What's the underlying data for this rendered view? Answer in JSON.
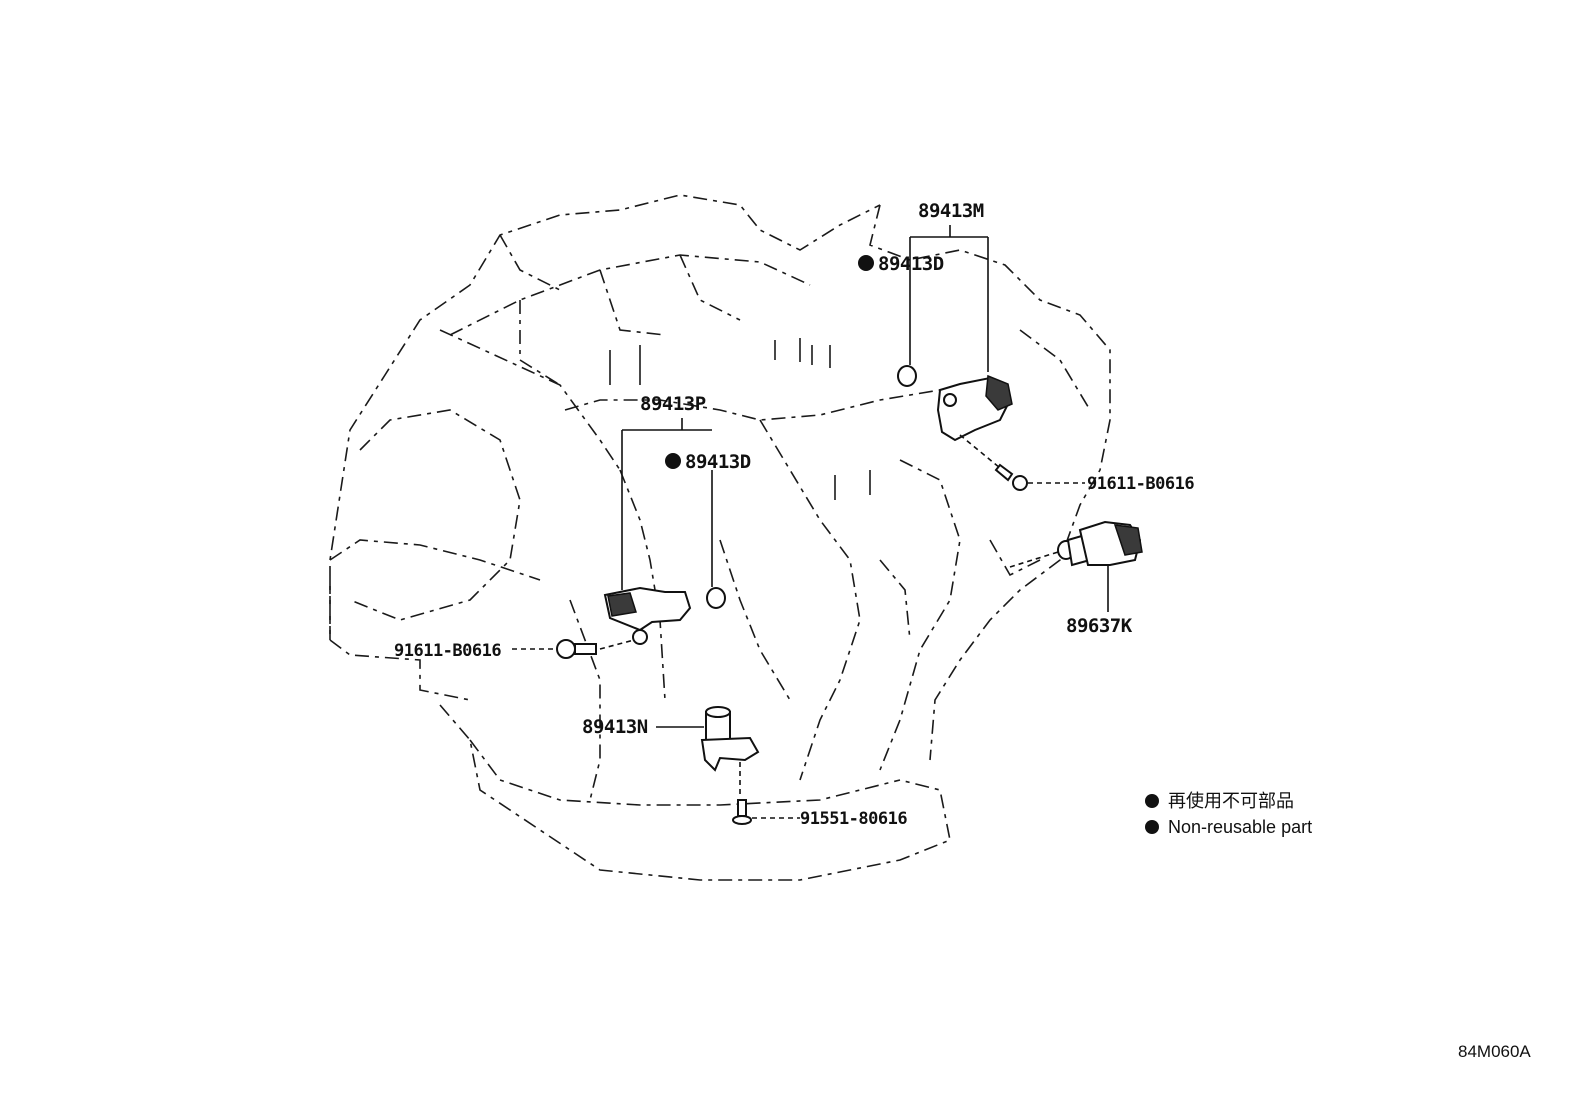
{
  "callouts": {
    "p89413M": "89413M",
    "p89413D_top": "89413D",
    "p89413P": "89413P",
    "p89413D_mid": "89413D",
    "p91611_right": "91611-B0616",
    "p91611_left": "91611-B0616",
    "p89637K": "89637K",
    "p89413N": "89413N",
    "p91551": "91551-80616"
  },
  "legend": {
    "line_jp": "再使用不可部品",
    "line_en": "Non-reusable part"
  },
  "figure_ref": "84M060A",
  "colors": {
    "ink": "#111111",
    "background": "#ffffff"
  }
}
